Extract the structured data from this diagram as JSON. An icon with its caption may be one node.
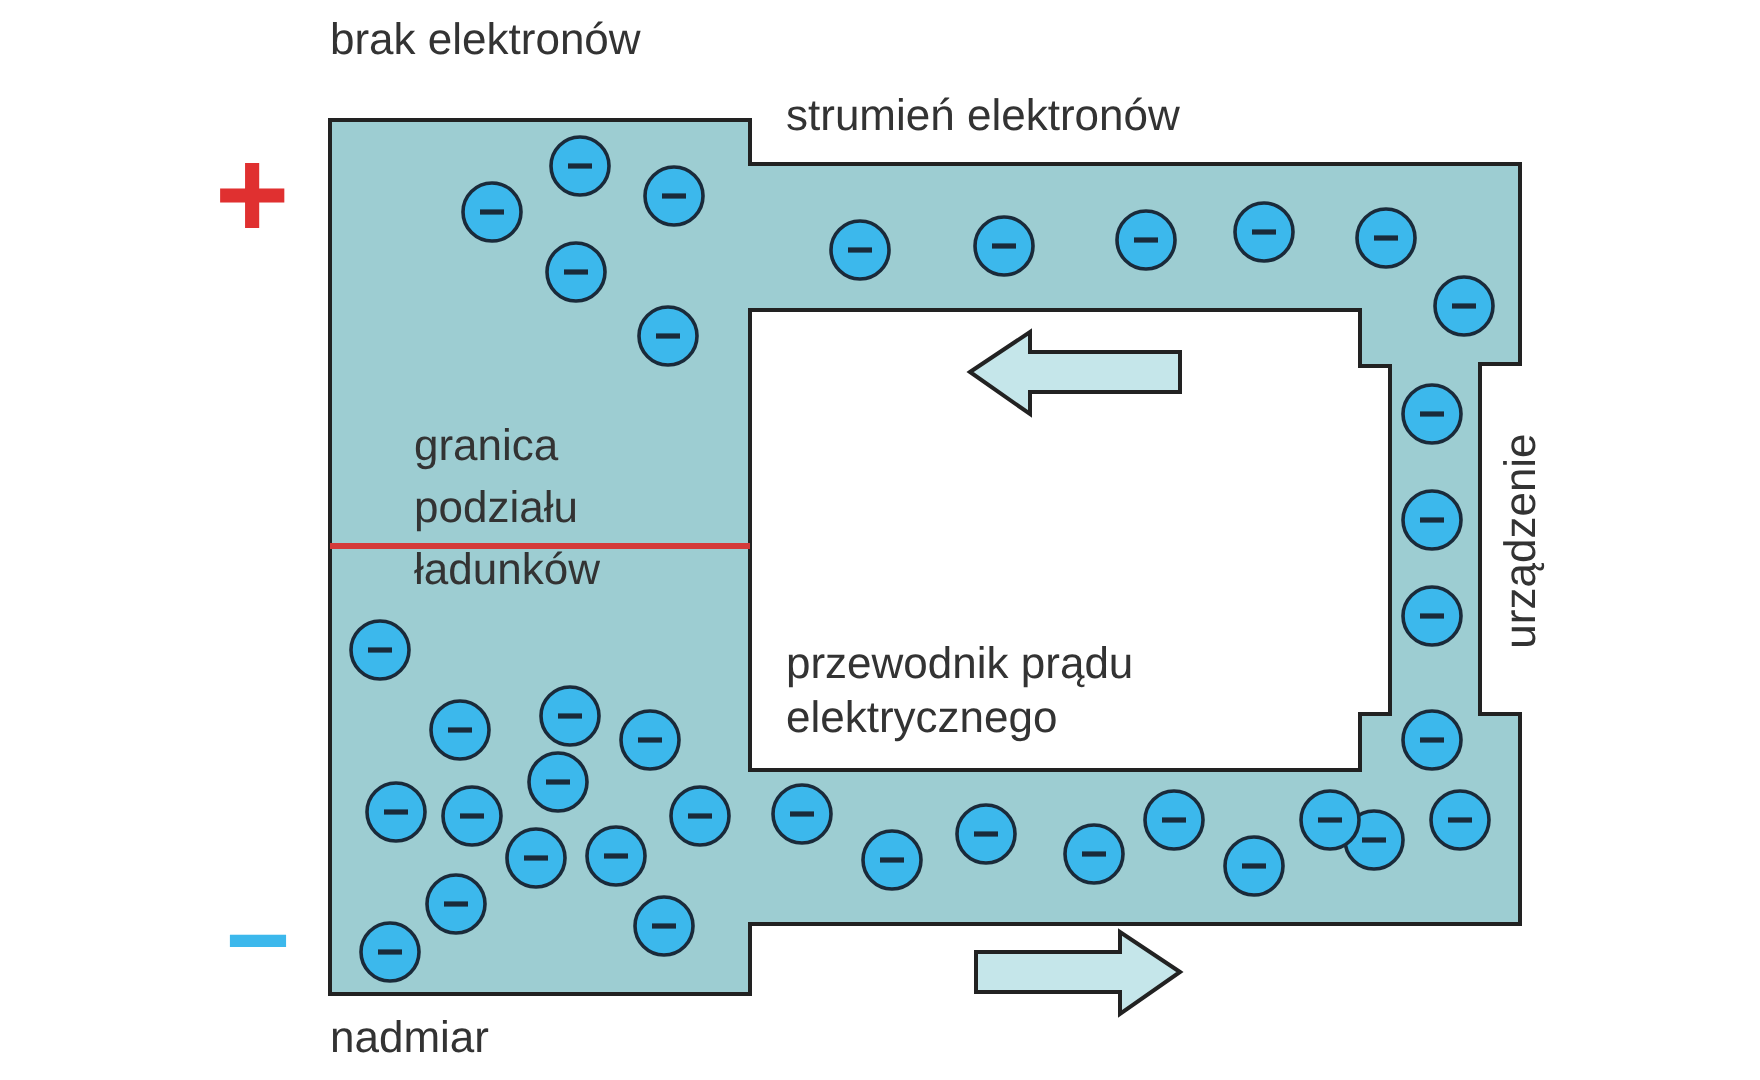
{
  "diagram": {
    "labels": [
      "brak elektronów",
      "strumień elektronów",
      "+",
      "urządzenie",
      "granica podziału ładunków",
      "przewodnik prądu elektrycznego",
      "−",
      "nadmiar"
    ]
  }
}
